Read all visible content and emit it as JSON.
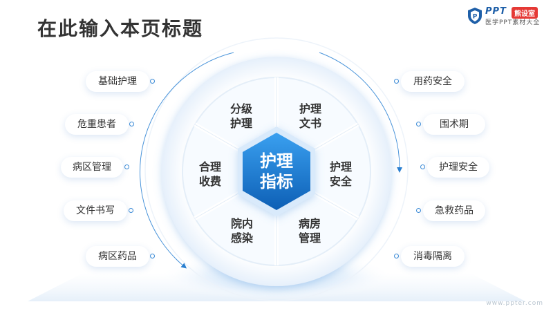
{
  "title": "在此输入本页标题",
  "logo": {
    "ppt": "PPT",
    "badge": "熊设室",
    "subtitle": "医学PPT素材大全"
  },
  "url": "www.ppter.com",
  "center": {
    "line1": "护理",
    "line2": "指标"
  },
  "segments": [
    {
      "id": "fenji",
      "line1": "分级",
      "line2": "护理"
    },
    {
      "id": "wenshu",
      "line1": "护理",
      "line2": "文书"
    },
    {
      "id": "anquan",
      "line1": "护理",
      "line2": "安全"
    },
    {
      "id": "guanli",
      "line1": "病房",
      "line2": "管理"
    },
    {
      "id": "ganran",
      "line1": "院内",
      "line2": "感染"
    },
    {
      "id": "shoufei",
      "line1": "合理",
      "line2": "收费"
    }
  ],
  "left_items": [
    "基础护理",
    "危重患者",
    "病区管理",
    "文件书写",
    "病区药品"
  ],
  "right_items": [
    "用药安全",
    "围术期",
    "护理安全",
    "急救药品",
    "消毒隔离"
  ],
  "colors": {
    "accent": "#1a7fd9",
    "accent_dark": "#0d5fb5",
    "text": "#333333"
  }
}
